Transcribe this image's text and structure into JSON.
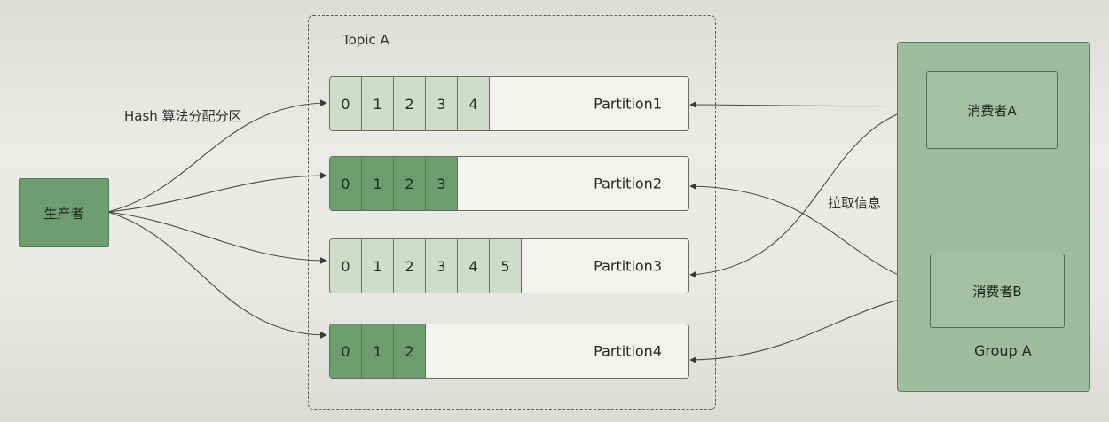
{
  "producer": {
    "label": "生产者"
  },
  "hash_label": "Hash 算法分配分区",
  "topic": {
    "title": "Topic A",
    "partitions": [
      {
        "name": "Partition1",
        "offsets": [
          "0",
          "1",
          "2",
          "3",
          "4"
        ],
        "shade": "light"
      },
      {
        "name": "Partition2",
        "offsets": [
          "0",
          "1",
          "2",
          "3"
        ],
        "shade": "dark"
      },
      {
        "name": "Partition3",
        "offsets": [
          "0",
          "1",
          "2",
          "3",
          "4",
          "5"
        ],
        "shade": "light"
      },
      {
        "name": "Partition4",
        "offsets": [
          "0",
          "1",
          "2"
        ],
        "shade": "dark"
      }
    ]
  },
  "group": {
    "title": "Group A",
    "consumers": [
      {
        "label": "消费者A"
      },
      {
        "label": "消费者B"
      }
    ]
  },
  "pull_label": "拉取信息",
  "colors": {
    "light_cell": "#cfdcc8",
    "dark_cell": "#6d9c6f",
    "group_fill": "#9fbd9c",
    "producer_fill": "#6e9d72"
  }
}
